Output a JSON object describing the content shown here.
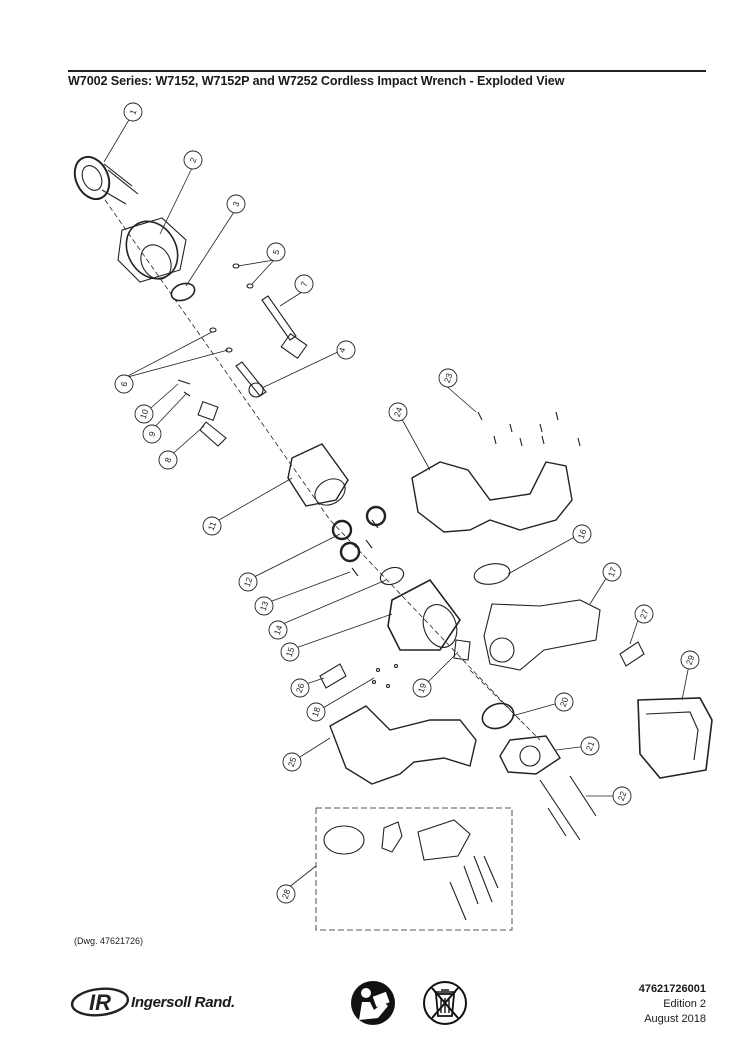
{
  "header": {
    "title": "W7002 Series: W7152, W7152P and W7252 Cordless Impact Wrench - Exploded View"
  },
  "callouts": [
    "1",
    "2",
    "3",
    "4",
    "5",
    "6",
    "7",
    "8",
    "9",
    "10",
    "11",
    "12",
    "13",
    "14",
    "15",
    "16",
    "17",
    "18",
    "19",
    "20",
    "21",
    "22",
    "23",
    "24",
    "25",
    "26",
    "27",
    "28",
    "29"
  ],
  "drawing_ref": "(Dwg. 47621726)",
  "footer": {
    "brand": "Ingersoll Rand.",
    "logo_mark": "IR",
    "part_number": "47621726001",
    "edition": "Edition 2",
    "date": "August 2018",
    "symbols": [
      "read-manual-icon",
      "no-trash-bin-icon"
    ]
  }
}
